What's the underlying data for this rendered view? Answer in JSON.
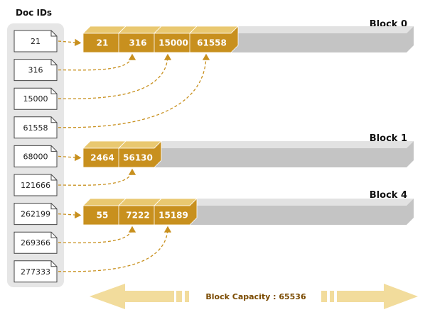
{
  "doc_ids_title": "Doc IDs",
  "doc_ids": [
    "21",
    "316",
    "15000",
    "61558",
    "68000",
    "121666",
    "262199",
    "269366",
    "277333"
  ],
  "blocks": [
    {
      "label": "Block 0",
      "cells": [
        "21",
        "316",
        "15000",
        "61558"
      ]
    },
    {
      "label": "Block 1",
      "cells": [
        "2464",
        "56130"
      ]
    },
    {
      "label": "Block 4",
      "cells": [
        "55",
        "7222",
        "15189"
      ]
    }
  ],
  "capacity": {
    "label": "Block Capacity",
    "value": "65536"
  },
  "colors": {
    "cell_fill": "#c8901e",
    "cell_top": "#e9c870",
    "bar_fill": "#c4c4c4",
    "bar_top": "#e2e2e2",
    "panel": "#e6e6e6",
    "arrow": "#c8901e",
    "capacity_arrow": "#f2dc9c"
  }
}
